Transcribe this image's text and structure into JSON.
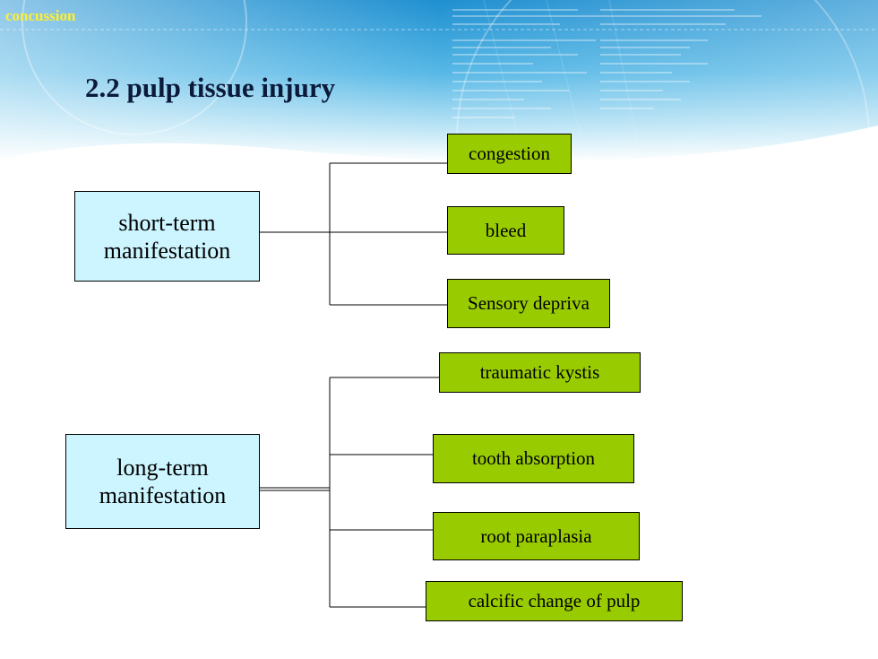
{
  "slide": {
    "tag": "concussion",
    "title": "2.2 pulp tissue injury"
  },
  "colors": {
    "category_fill": "#ccf5ff",
    "leaf_fill": "#99cc00",
    "tag_color": "#ffee33",
    "title_color": "#0b1a3a"
  },
  "diagram": {
    "groups": [
      {
        "label": "short-term manifestation",
        "items": [
          "congestion",
          "bleed",
          "Sensory depriva"
        ]
      },
      {
        "label": "long-term manifestation",
        "items": [
          "traumatic kystis",
          "tooth absorption",
          "root paraplasia",
          "calcific change of pulp"
        ]
      }
    ]
  }
}
